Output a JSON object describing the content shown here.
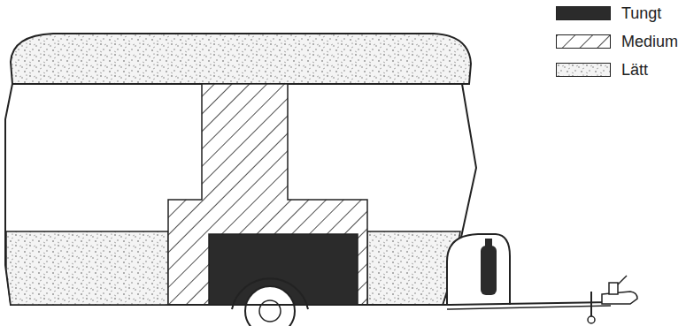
{
  "diagram": {
    "legend": [
      {
        "text": "Tungt",
        "color": "#2b2b2b"
      },
      {
        "text": "Medium"
      },
      {
        "text": "Lätt"
      }
    ]
  }
}
